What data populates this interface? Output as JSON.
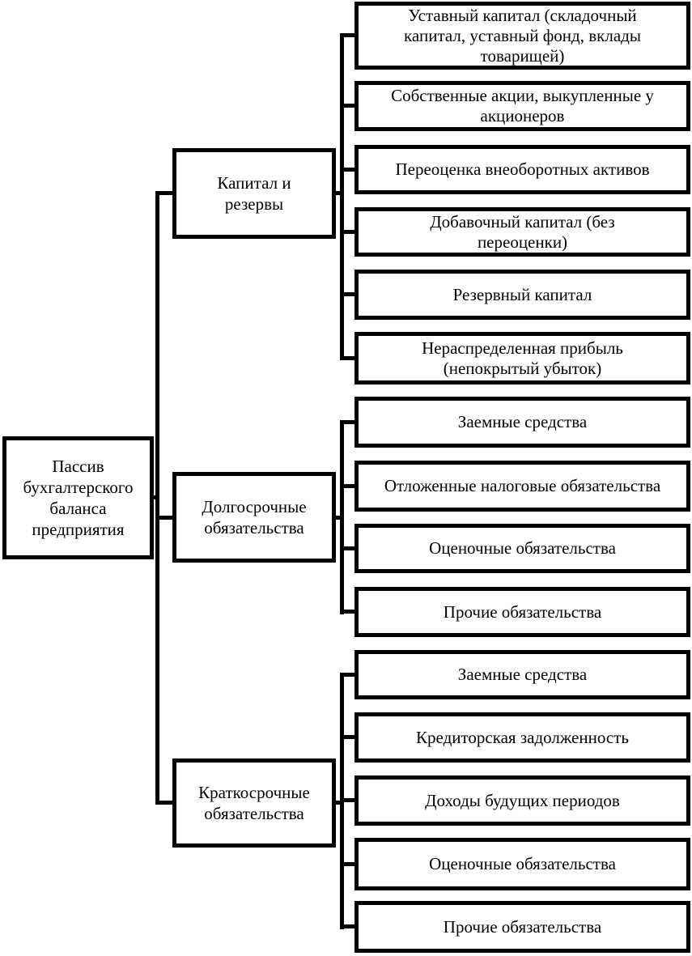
{
  "diagram": {
    "type": "hierarchy-left-to-right",
    "root": {
      "label": "Пассив бухгалтерского баланса предприятия"
    },
    "groups": [
      {
        "parent": "Капитал и резервы",
        "children": [
          "Уставный капитал (складочный капитал, уставный фонд, вклады товарищей)",
          "Собственные акции, выкупленные у акционеров",
          "Переоценка внеоборотных активов",
          "Добавочный капитал (без переоценки)",
          "Резервный капитал",
          "Нераспределенная прибыль (непокрытый убыток)"
        ]
      },
      {
        "parent": "Долгосрочные обязательства",
        "children": [
          "Заемные средства",
          "Отложенные налоговые обязательства",
          "Оценочные обязательства",
          "Прочие обязательства"
        ]
      },
      {
        "parent": "Краткосрочные обязательства",
        "children": [
          "Заемные средства",
          "Кредиторская задолженность",
          "Доходы будущих периодов",
          "Оценочные обязательства",
          "Прочие обязательства"
        ]
      }
    ],
    "colors": {
      "line": "#000000",
      "box_border": "#000000",
      "box_fill": "#ffffff",
      "text": "#000000",
      "background": "#ffffff"
    }
  }
}
